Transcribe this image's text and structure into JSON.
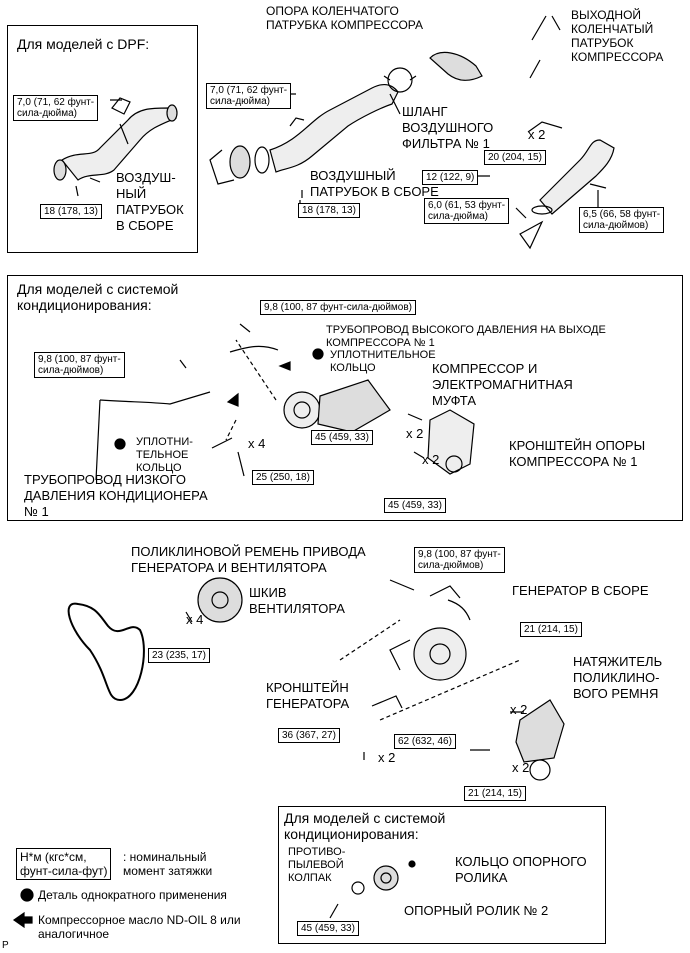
{
  "dpf_box": {
    "title": "Для моделей с DPF:",
    "torque_upper": "7,0 (71, 62 фунт-\nсила-дюйма)",
    "torque_lower": "18 (178, 13)",
    "part_label": "ВОЗДУШ-\nНЫЙ\nПАТРУБОК\nВ СБОРЕ"
  },
  "intake": {
    "torque_top_left": "7,0 (71, 62 фунт-\nсила-дюйма)",
    "elbow_support_label": "ОПОРА КОЛЕНЧАТОГО\nПАТРУБКА КОМПРЕССОРА",
    "outlet_elbow_label": "ВЫХОДНОЙ\nКОЛЕНЧАТЫЙ\nПАТРУБОК\nКОМПРЕССОРА",
    "hose_label": "ШЛАНГ\nВОЗДУШНОГО\nФИЛЬТРА № 1",
    "pipe_label": "ВОЗДУШНЫЙ\nПАТРУБОК В СБОРЕ",
    "torque_pipe": "18 (178, 13)",
    "qty_x2": "x 2",
    "torque_20": "20 (204, 15)",
    "torque_12": "12 (122, 9)",
    "torque_6_0": "6,0 (61, 53 фунт-\nсила-дюйма)",
    "torque_6_5": "6,5 (66, 58 фунт-\nсила-дюймов)"
  },
  "ac_box": {
    "title": "Для моделей с системой\nкондиционирования:",
    "torque_top": "9,8 (100, 87 фунт-сила-дюймов)",
    "hp_line_label": "ТРУБОПРОВОД ВЫСОКОГО ДАВЛЕНИЯ НА ВЫХОДЕ\nКОМПРЕССОРА № 1",
    "oring_label_1": "УПЛОТНИТЕЛЬНОЕ\nКОЛЬЦО",
    "torque_left": "9,8 (100, 87 фунт-\nсила-дюймов)",
    "compressor_label": "КОМПРЕССОР И\nЭЛЕКТРОМАГНИТНАЯ\nМУФТА",
    "oring_label_2": "УПЛОТНИ-\nТЕЛЬНОЕ\nКОЛЬЦО",
    "qty_x4": "x 4",
    "torque_45_a": "45 (459, 33)",
    "qty_x2_a": "x 2",
    "qty_x2_b": "x 2",
    "bracket_label": "КРОНШТЕЙН ОПОРЫ\nКОМПРЕССОРА № 1",
    "torque_25": "25 (250, 18)",
    "lp_line_label": "ТРУБОПРОВОД НИЗКОГО\nДАВЛЕНИЯ КОНДИЦИОНЕРА\n№ 1",
    "torque_45_b": "45 (459, 33)"
  },
  "generator": {
    "belt_label": "ПОЛИКЛИНОВОЙ РЕМЕНЬ ПРИВОДА\nГЕНЕРАТОРА И ВЕНТИЛЯТОРА",
    "torque_top": "9,8 (100, 87 фунт-\nсила-дюймов)",
    "fan_pulley_label": "ШКИВ\nВЕНТИЛЯТОРА",
    "alternator_label": "ГЕНЕРАТОР В СБОРЕ",
    "qty_x4": "x 4",
    "torque_23": "23 (235, 17)",
    "torque_21_top": "21 (214, 15)",
    "tensioner_label": "НАТЯЖИТЕЛЬ\nПОЛИКЛИНО-\nВОГО РЕМНЯ",
    "bracket_label": "КРОНШТЕЙН\nГЕНЕРАТОРА",
    "qty_x2_a": "x 2",
    "torque_36": "36 (367, 27)",
    "qty_x2_b": "x 2",
    "torque_62": "62 (632, 46)",
    "qty_x2_c": "x 2",
    "torque_21_bottom": "21 (214, 15)"
  },
  "ac_idler_box": {
    "title": "Для моделей с системой\nкондиционирования:",
    "dust_cap_label": "ПРОТИВО-\nПЫЛЕВОЙ\nКОЛПАК",
    "ring_label": "КОЛЬЦО ОПОРНОГО\nРОЛИКА",
    "idler_label": "ОПОРНЫЙ РОЛИК № 2",
    "torque_45": "45 (459, 33)"
  },
  "legend": {
    "torque_box": "Н*м (кгс*см,\nфунт-сила-фут)",
    "torque_text": ": номинальный\nмомент затяжки",
    "non_reusable": "Деталь однократного применения",
    "oil_text": "Компрессорное масло ND-OIL 8 или\nаналогичное"
  },
  "corner_mark": "P"
}
